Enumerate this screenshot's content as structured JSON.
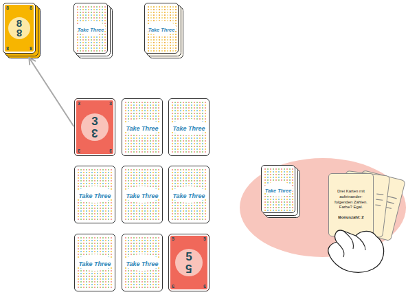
{
  "diagram": {
    "nodes": [
      {
        "text": [
          "8",
          "8",
          "8",
          "8",
          "8",
          "8"
        ]
      },
      {
        "text": [
          "Take Three"
        ]
      },
      {
        "text": [
          "Take Three"
        ]
      },
      {
        "text": [
          "3",
          "3",
          "3",
          "3",
          "3",
          "3"
        ]
      },
      {
        "text": [
          "Take Three"
        ]
      },
      {
        "text": [
          "Take Three"
        ]
      },
      {
        "text": [
          "Take Three"
        ]
      },
      {
        "text": [
          "Take Three"
        ]
      },
      {
        "text": [
          "Take Three"
        ]
      },
      {
        "text": [
          "Take Three"
        ]
      },
      {
        "text": [
          "Take Three"
        ]
      },
      {
        "text": [
          "5",
          "5",
          "5",
          "5",
          "5",
          "5"
        ]
      },
      {
        "text": [
          "Take Three"
        ]
      },
      {
        "text": [
          "Drei Karten mit aufeinander-folgenden Zahlen. Farbe? Egal.",
          "Bonuszahl: 2"
        ]
      }
    ],
    "edges": [
      {
        "from": 3,
        "to": 0,
        "arrow": "to"
      }
    ]
  }
}
